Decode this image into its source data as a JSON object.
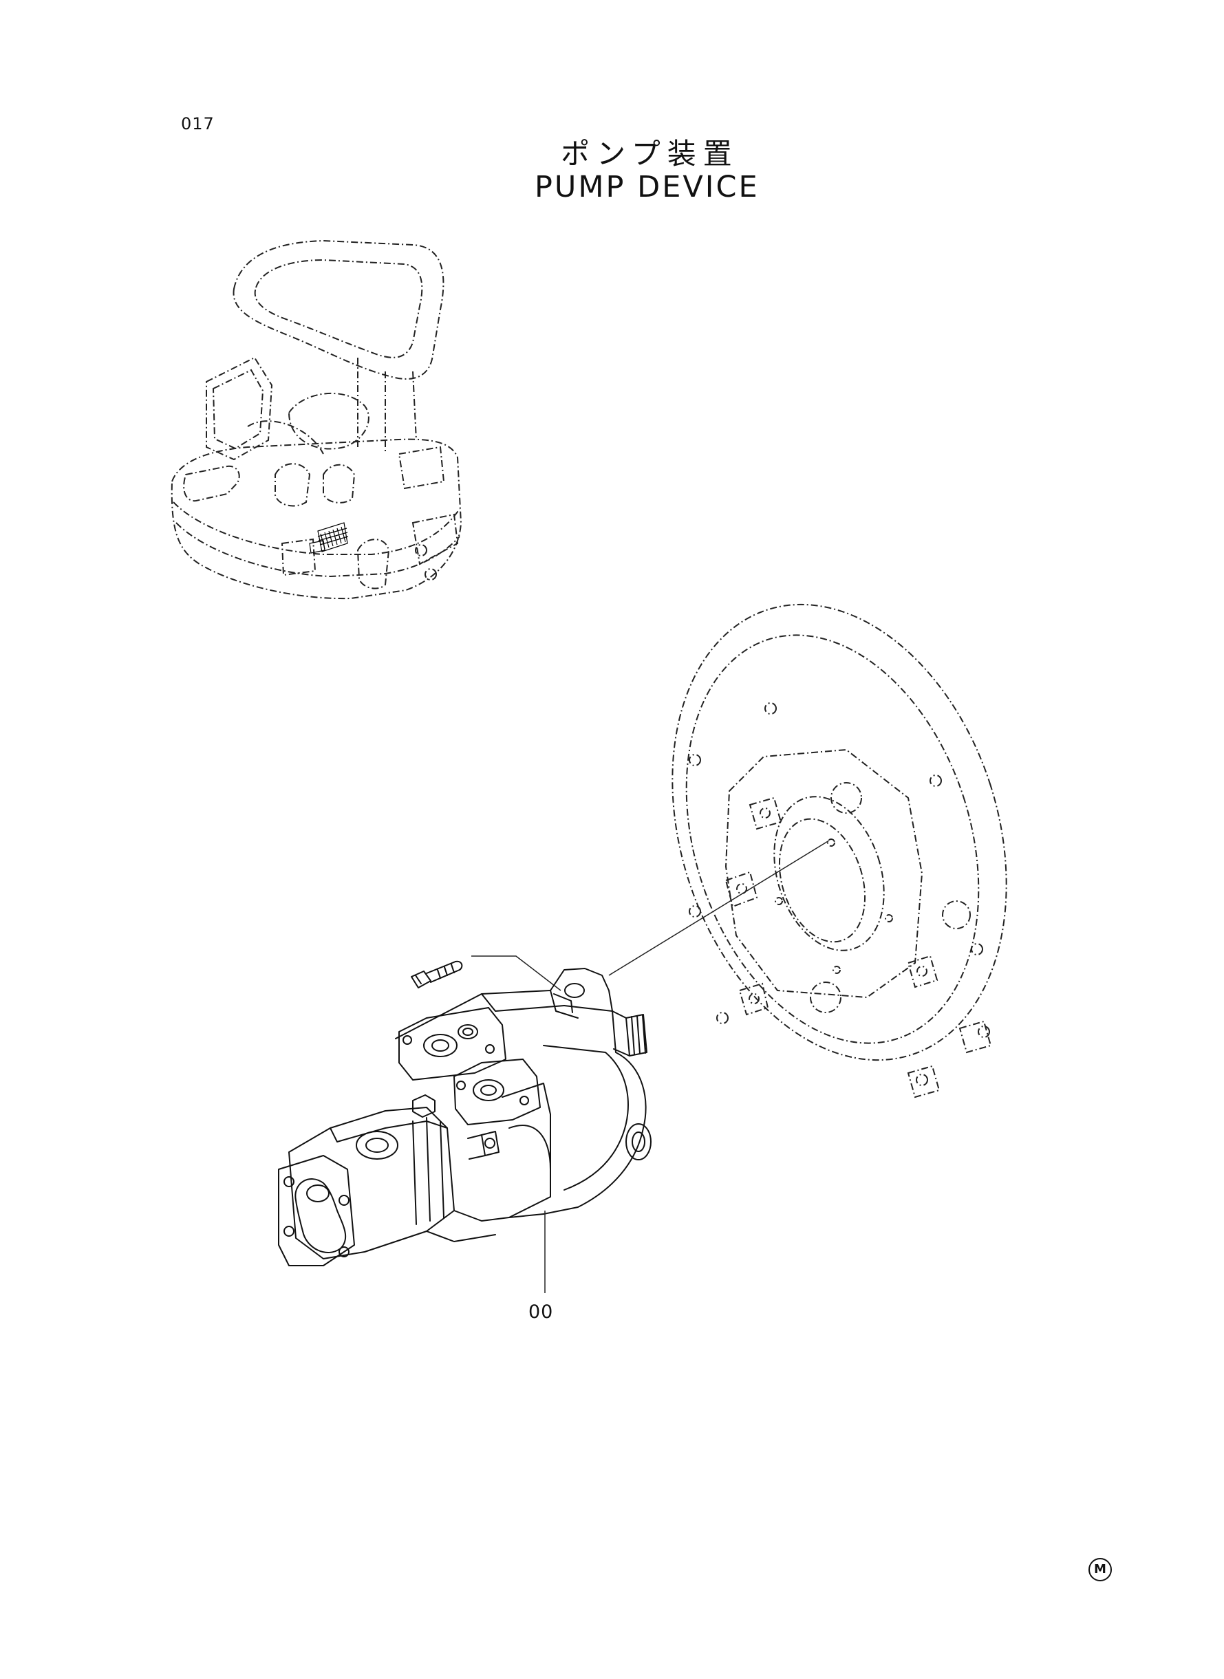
{
  "header": {
    "page_number": "017",
    "title_japanese": "ポンプ装置",
    "title_english": "PUMP  DEVICE"
  },
  "callouts": [
    {
      "label": "00"
    }
  ],
  "footer": {
    "mark": "M"
  },
  "icons": [
    "excavator-locator-icon",
    "flywheel-housing-icon",
    "pump-assembly-icon",
    "bolt-icon",
    "circled-m-icon"
  ]
}
